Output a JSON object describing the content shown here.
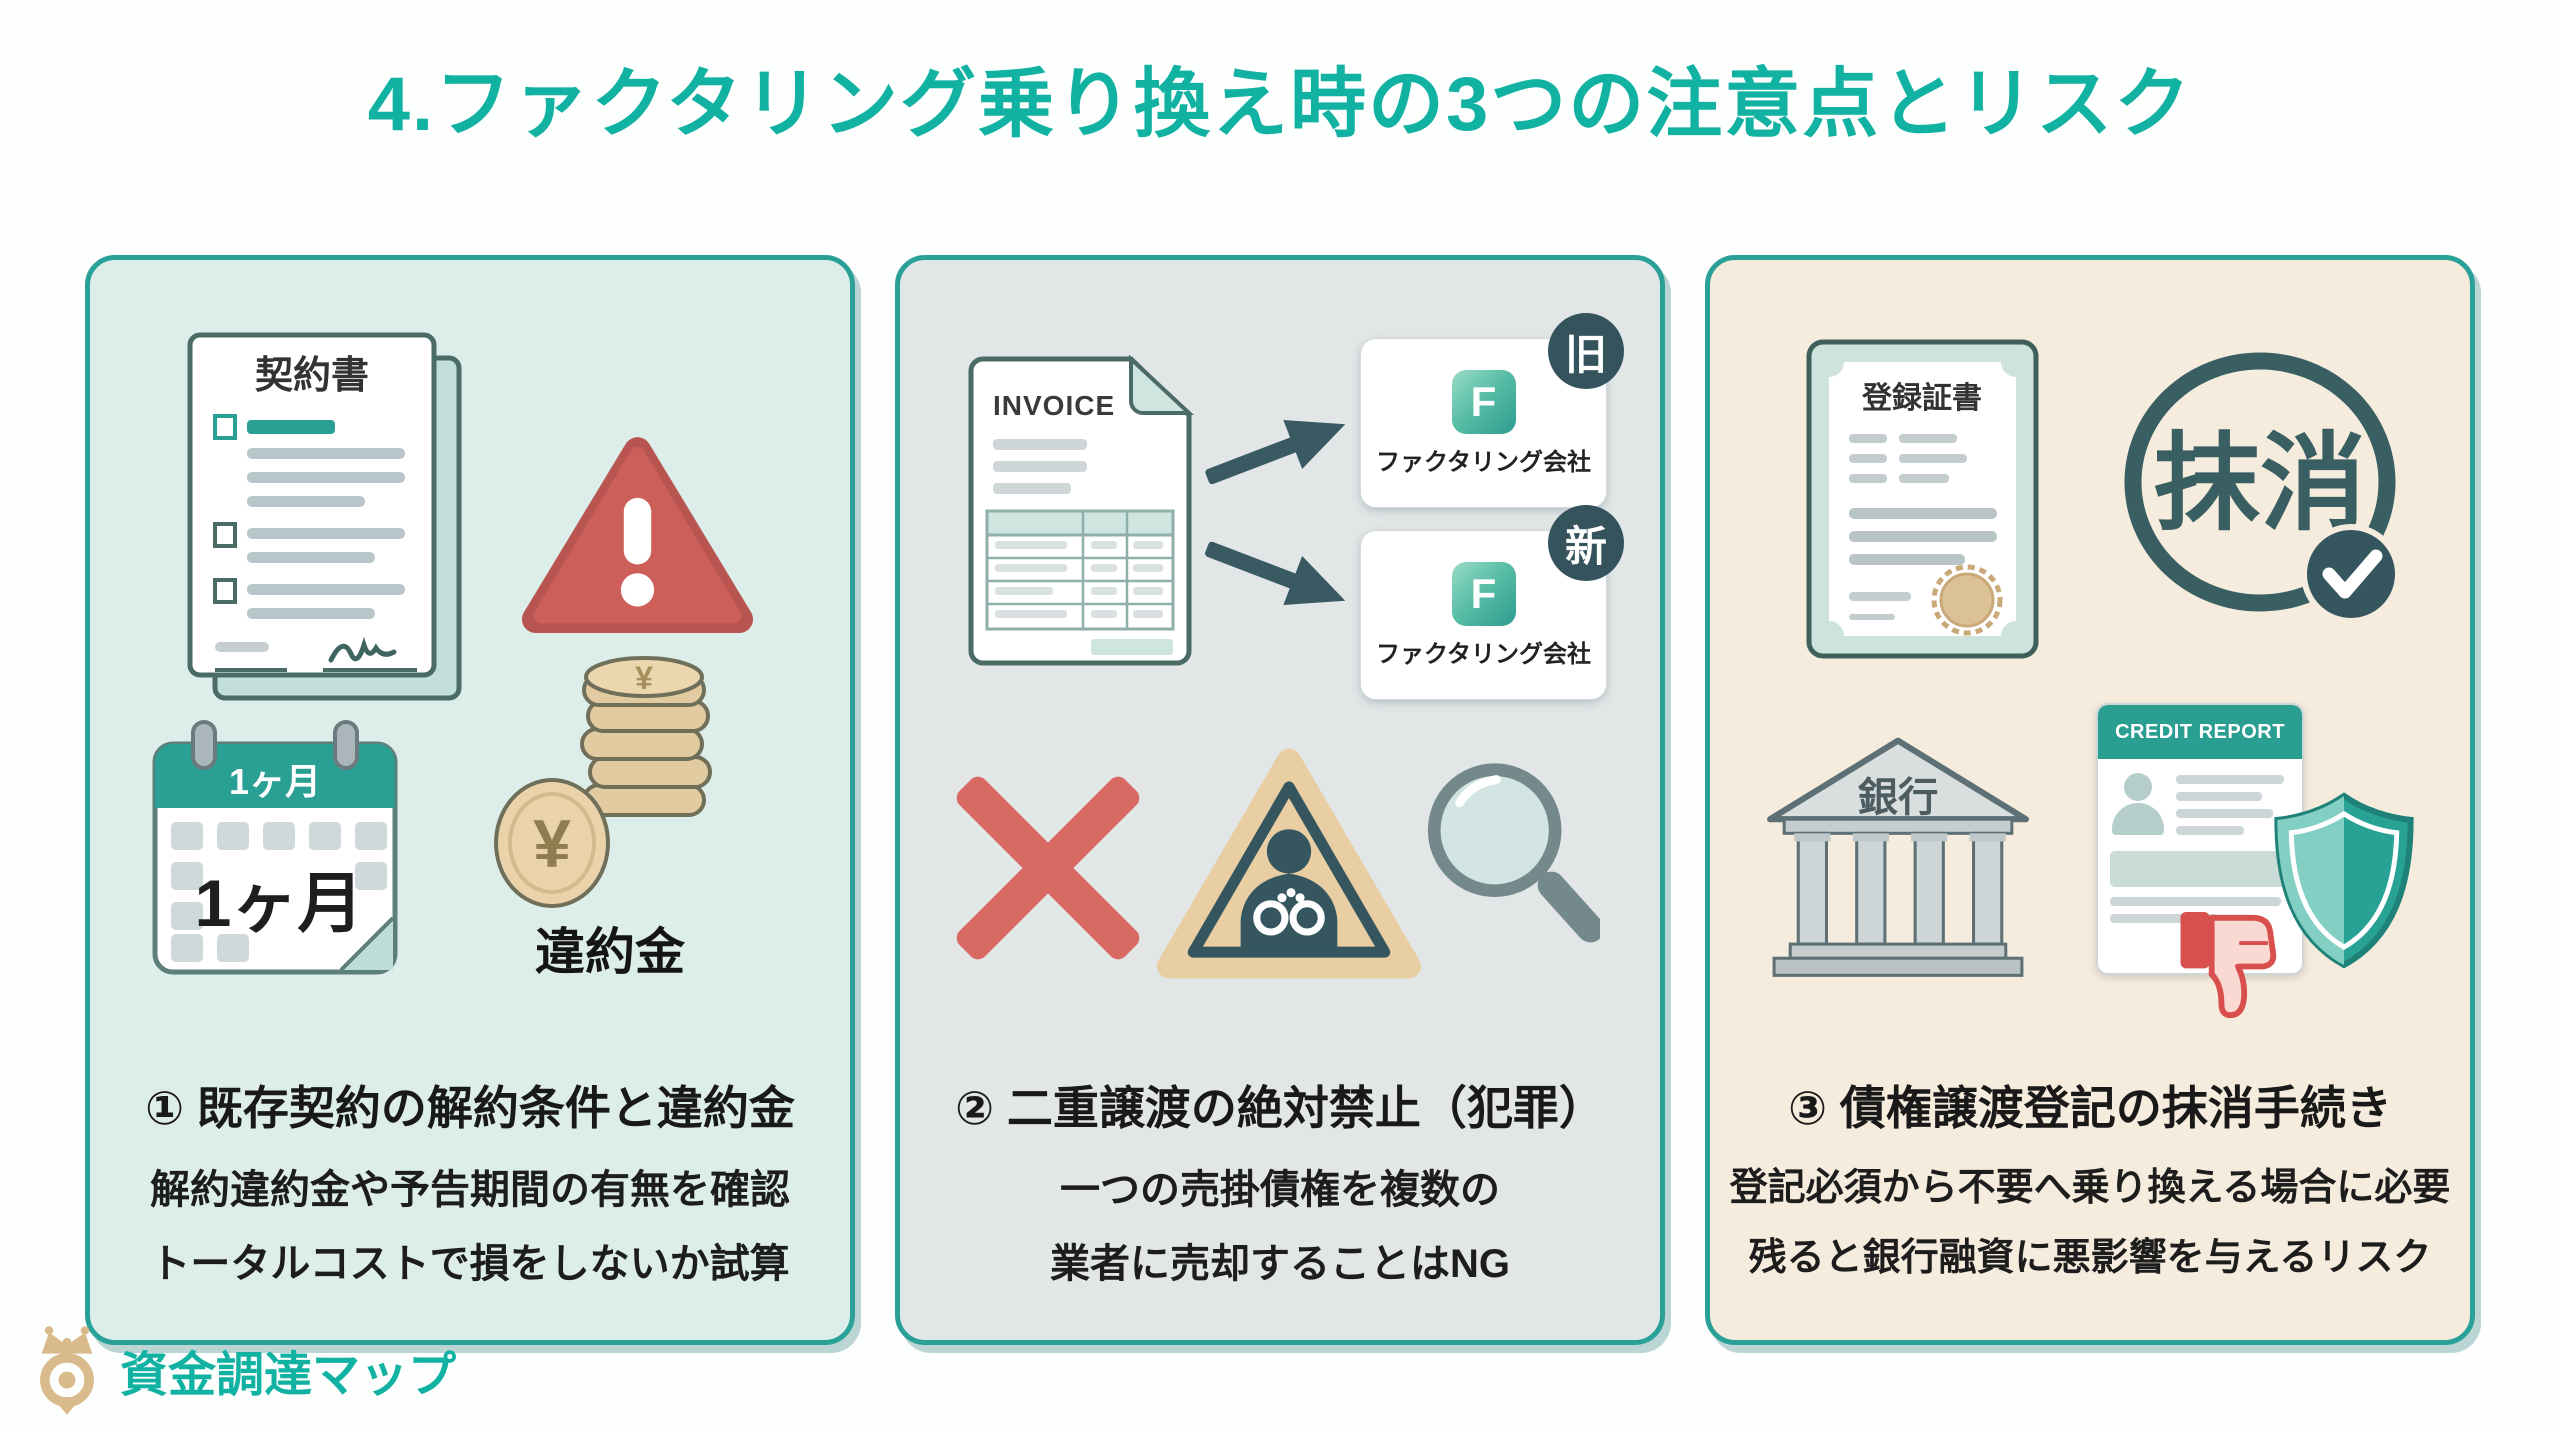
{
  "title": "4.ファクタリング乗り換え時の3つの注意点とリスク",
  "logo": {
    "text": "資金調達マップ",
    "icon": "crown-map-pin-icon"
  },
  "colors": {
    "accent_teal": "#12b2a3",
    "card_border": "#2aa198",
    "warning_red": "#cd5f5a",
    "cross_red": "#d96a63",
    "dark_slate": "#35565e",
    "card1_bg": "#ddeeea",
    "card2_bg": "#e2e6e7",
    "card3_bg": "#f6ecdd",
    "gold": "#d9ba8a"
  },
  "cards": [
    {
      "heading": "① 既存契約の解約条件と違約金",
      "body": [
        "解約違約金や予告期間の有無を確認",
        "トータルコストで損をしないか試算"
      ],
      "illus": {
        "contract_title": "契約書",
        "calendar_header": "1ヶ月",
        "calendar_big": "1ヶ月",
        "coin_symbol": "¥",
        "penalty_label": "違約金"
      }
    },
    {
      "heading": "② 二重譲渡の絶対禁止（犯罪）",
      "body": [
        "一つの売掛債権を複数の",
        "業者に売却することはNG"
      ],
      "illus": {
        "invoice_title": "INVOICE",
        "logo_letter": "F",
        "company_label": "ファクタリング会社",
        "old_badge": "旧",
        "new_badge": "新"
      }
    },
    {
      "heading": "③ 債権譲渡登記の抹消手続き",
      "body": [
        "登記必須から不要へ乗り換える場合に必要",
        "残ると銀行融資に悪影響を与えるリスク"
      ],
      "illus": {
        "certificate_title": "登録証書",
        "stamp_text": "抹消",
        "bank_label": "銀行",
        "credit_title": "CREDIT REPORT"
      }
    }
  ]
}
